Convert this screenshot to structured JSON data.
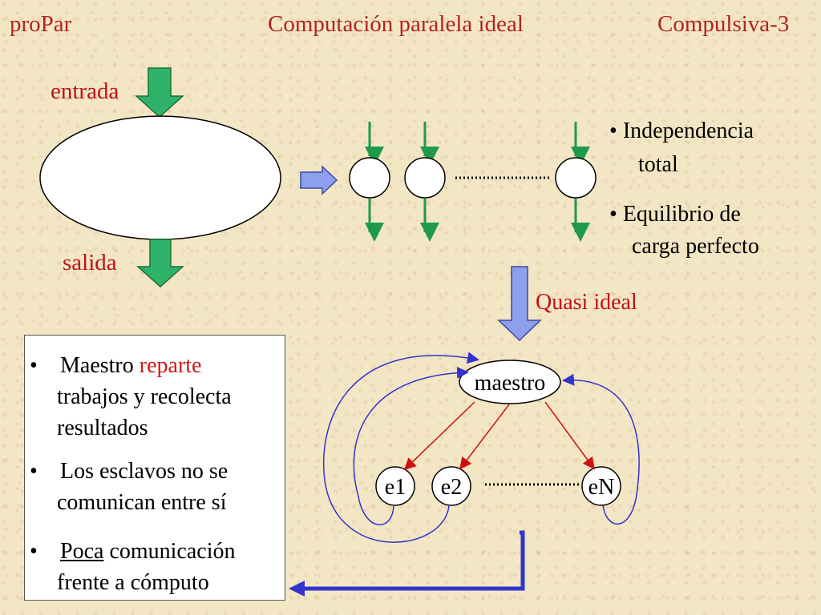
{
  "header": {
    "left": "proPar",
    "title": "Computación paralela ideal",
    "right": "Compulsiva-3"
  },
  "left_diagram": {
    "input_label": "entrada",
    "output_label": "salida"
  },
  "right_bullets": [
    {
      "bullet": "•",
      "line1": "Independencia",
      "line2": "total"
    },
    {
      "bullet": "•",
      "line1": "Equilibrio de",
      "line2": "carga perfecto"
    }
  ],
  "quasi_label": "Quasi ideal",
  "master_slave": {
    "master": "maestro",
    "slaves": [
      "e1",
      "e2",
      "eN"
    ]
  },
  "box_bullets": [
    {
      "bullet": "•",
      "lead": "Maestro ",
      "highlight": "reparte",
      "rest1": "trabajos y recolecta",
      "rest2": "resultados"
    },
    {
      "bullet": "•",
      "lead": "Los esclavos no se",
      "rest1": "comunican entre sí"
    },
    {
      "bullet": "•",
      "underlined": "Poca",
      "lead": " comunicación",
      "rest1": "frente a cómputo"
    }
  ],
  "colors": {
    "title": "#b22222",
    "accent_red": "#d11a1a",
    "arrow_green": "#22aa55",
    "arrow_blue": "#9aa6f0",
    "loop_blue": "#3333cc",
    "background": "#f3e6c4"
  }
}
